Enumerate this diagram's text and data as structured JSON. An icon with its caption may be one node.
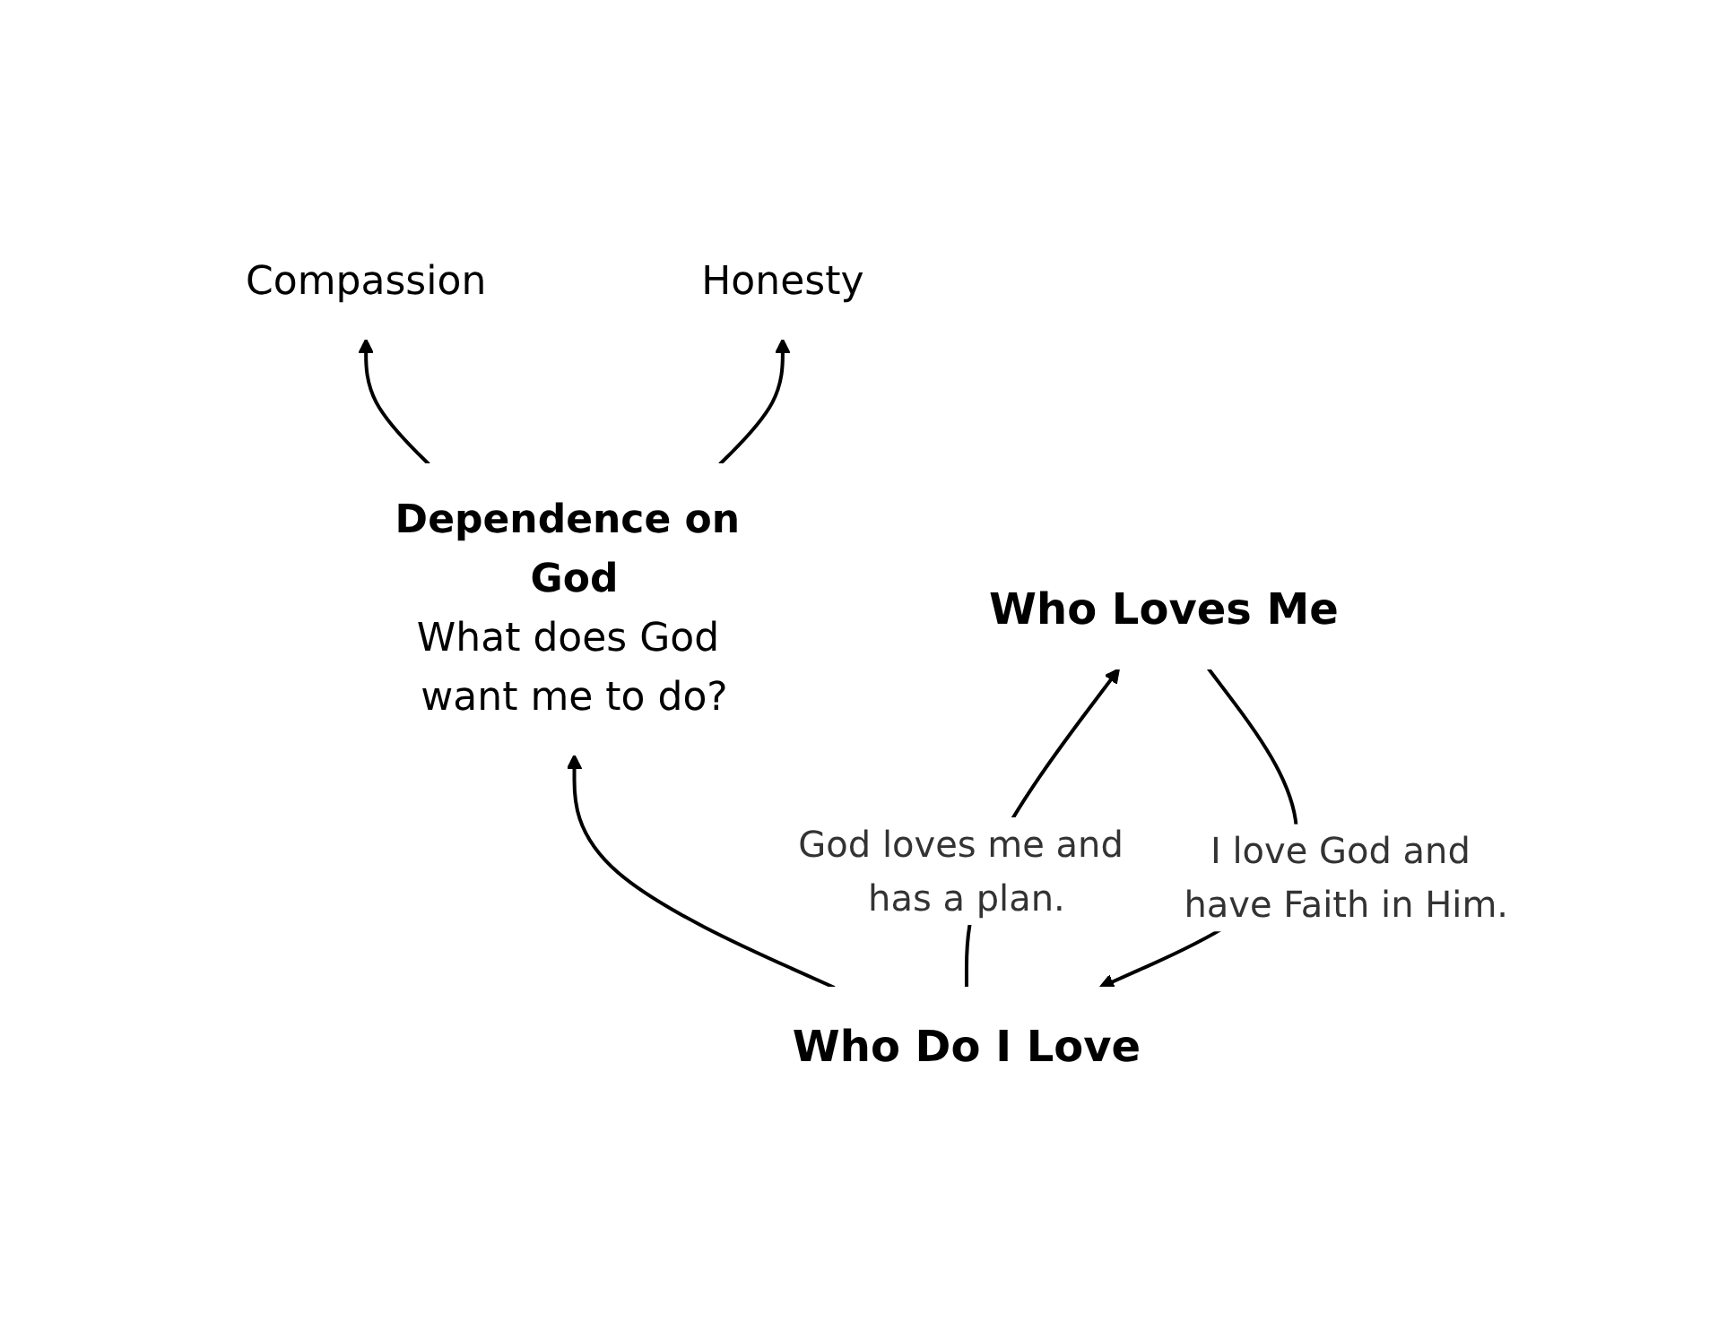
{
  "diagram": {
    "nodes": [
      {
        "text": [
          "Compassion"
        ]
      },
      {
        "text": [
          "Honesty"
        ]
      },
      {
        "text": [
          "Dependence on God",
          "What does God want me to do?"
        ]
      },
      {
        "text": [
          "Who Do I Love"
        ]
      },
      {
        "text": [
          "Who Loves Me"
        ]
      }
    ],
    "edges": [
      {
        "from": 2,
        "to": 0,
        "arrow": "to"
      },
      {
        "from": 2,
        "to": 1,
        "arrow": "to"
      },
      {
        "from": 3,
        "to": 2,
        "arrow": "to"
      },
      {
        "from": 3,
        "to": 4,
        "arrow": "to",
        "label": "God loves me and has a plan."
      },
      {
        "from": 4,
        "to": 3,
        "arrow": "to",
        "label": "I love God and have Faith in Him."
      }
    ]
  }
}
